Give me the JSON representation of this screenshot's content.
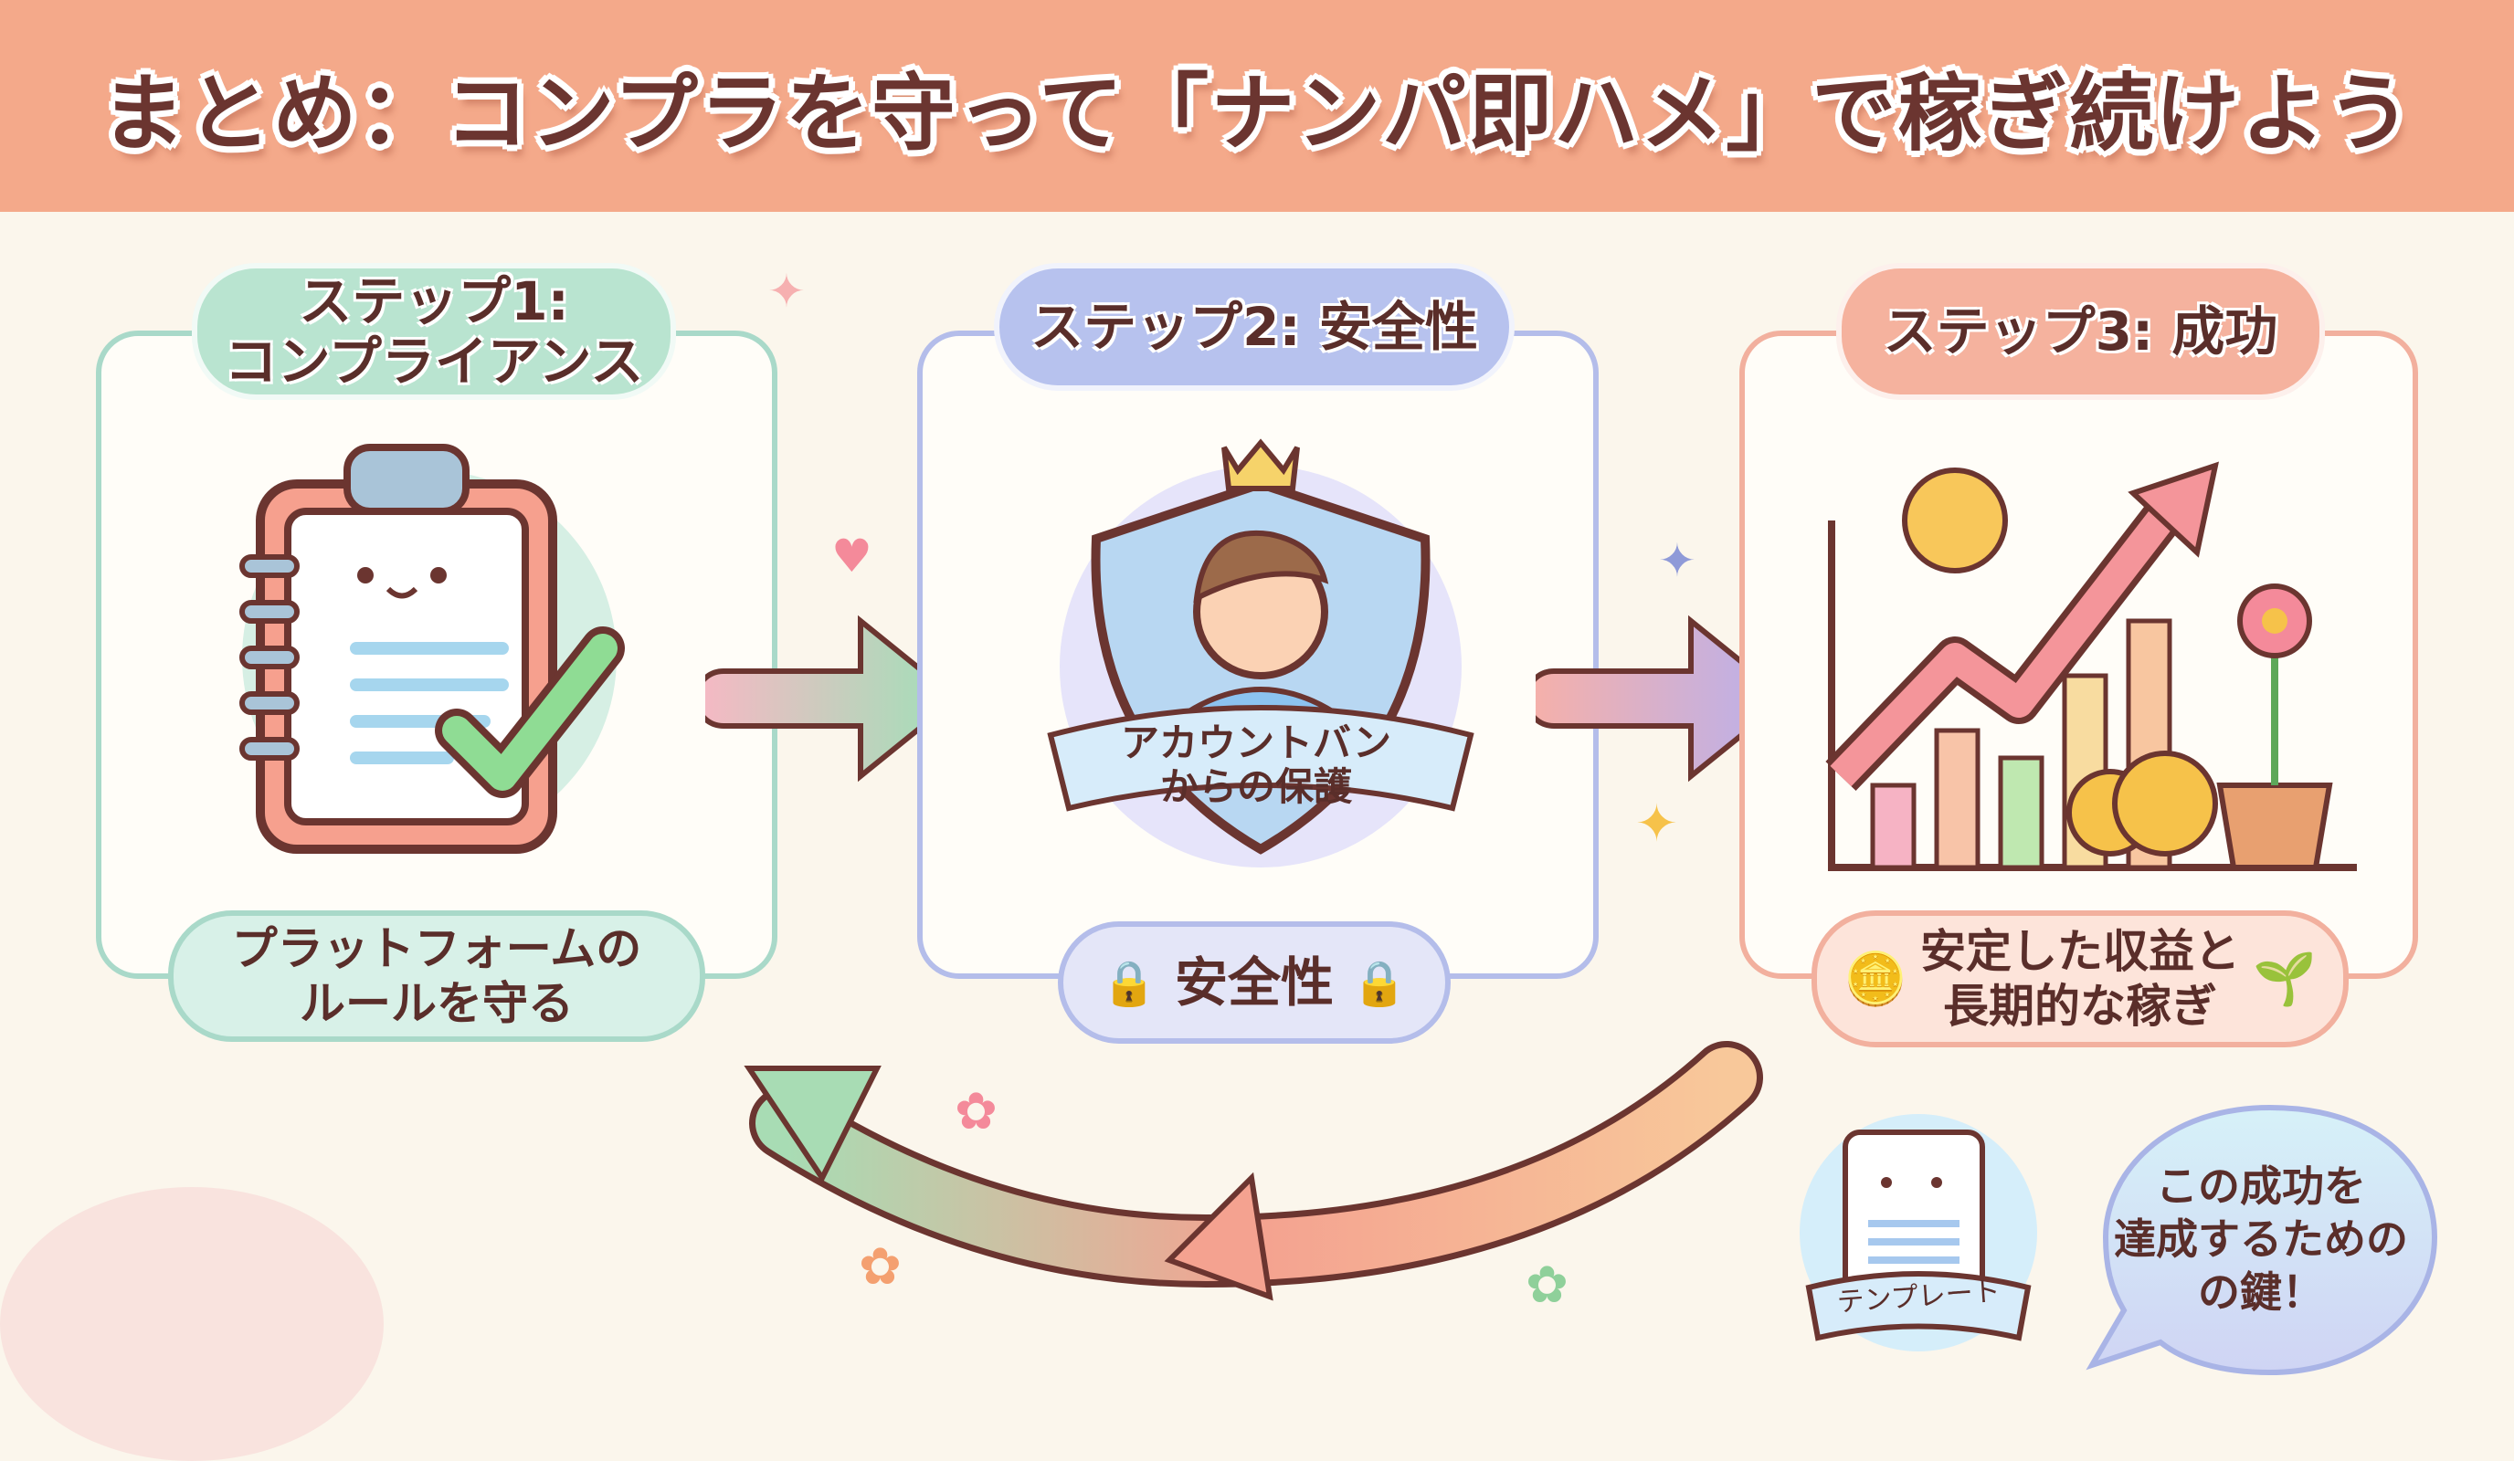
{
  "header": {
    "title": "まとめ：コンプラを守って「ナンパ即ハメ」で稼ぎ続けよう"
  },
  "steps": [
    {
      "title": "ステップ1:\nコンプライアンス",
      "title_line1": "ステップ1:",
      "title_line2": "コンプライアンス",
      "footer_line1": "プラットフォームの",
      "footer_line2": "ルールを守る",
      "color": "#9fd4c4"
    },
    {
      "title": "ステップ2: 安全性",
      "ribbon_line1": "アカウントバン",
      "ribbon_line2": "からの保護",
      "footer": "安全性",
      "color": "#a9b4e6"
    },
    {
      "title": "ステップ3: 成功",
      "footer_line1": "安定した収益と",
      "footer_line2": "長期的な稼ぎ",
      "color": "#f0a893"
    }
  ],
  "template": {
    "label": "テンプレート"
  },
  "speech": {
    "line1": "この成功を",
    "line2": "達成するための",
    "line3": "の鍵！"
  },
  "colors": {
    "header": "#f4a98a",
    "background": "#fbf6ec",
    "text": "#5a2e2a"
  }
}
